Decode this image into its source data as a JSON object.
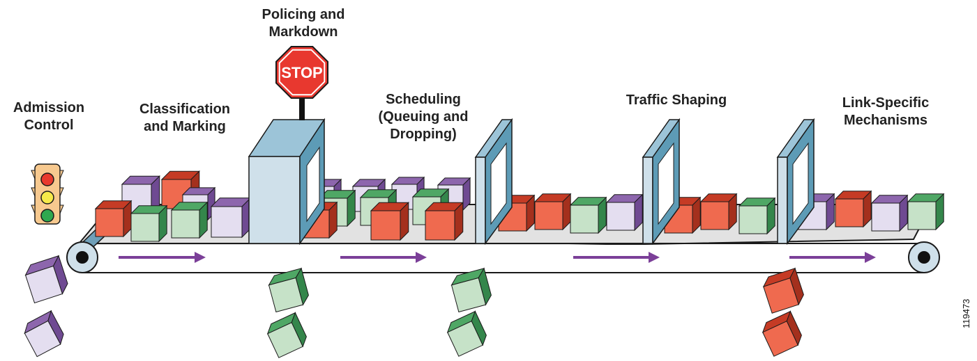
{
  "labels": {
    "admission": [
      "Admission",
      "Control"
    ],
    "classification": [
      "Classification",
      "and Marking"
    ],
    "policing": [
      "Policing and",
      "Markdown"
    ],
    "scheduling": [
      "Scheduling",
      "(Queuing and",
      "Dropping)"
    ],
    "shaping": [
      "Traffic Shaping"
    ],
    "link_specific": [
      "Link-Specific",
      "Mechanisms"
    ]
  },
  "stop_sign_text": "STOP",
  "figure_id": "119473",
  "colors": {
    "belt_top": "#e2e2e2",
    "belt_outline": "#1a1a1a",
    "arrow": "#7b3f98",
    "gate_front": "#cfe0ea",
    "gate_side": "#5d9bb6",
    "gate_top": "#9cc4d8",
    "red_front": "#ef6a4f",
    "red_top": "#c53b25",
    "red_side": "#a4301d",
    "green_front": "#c6e2c8",
    "green_top": "#4fa765",
    "green_side": "#34864b",
    "purple_front": "#e4def0",
    "purple_top": "#8d66ad",
    "purple_side": "#6f4a92",
    "stop_red": "#e8382f",
    "traffic_light_body": "#f7c98f"
  }
}
